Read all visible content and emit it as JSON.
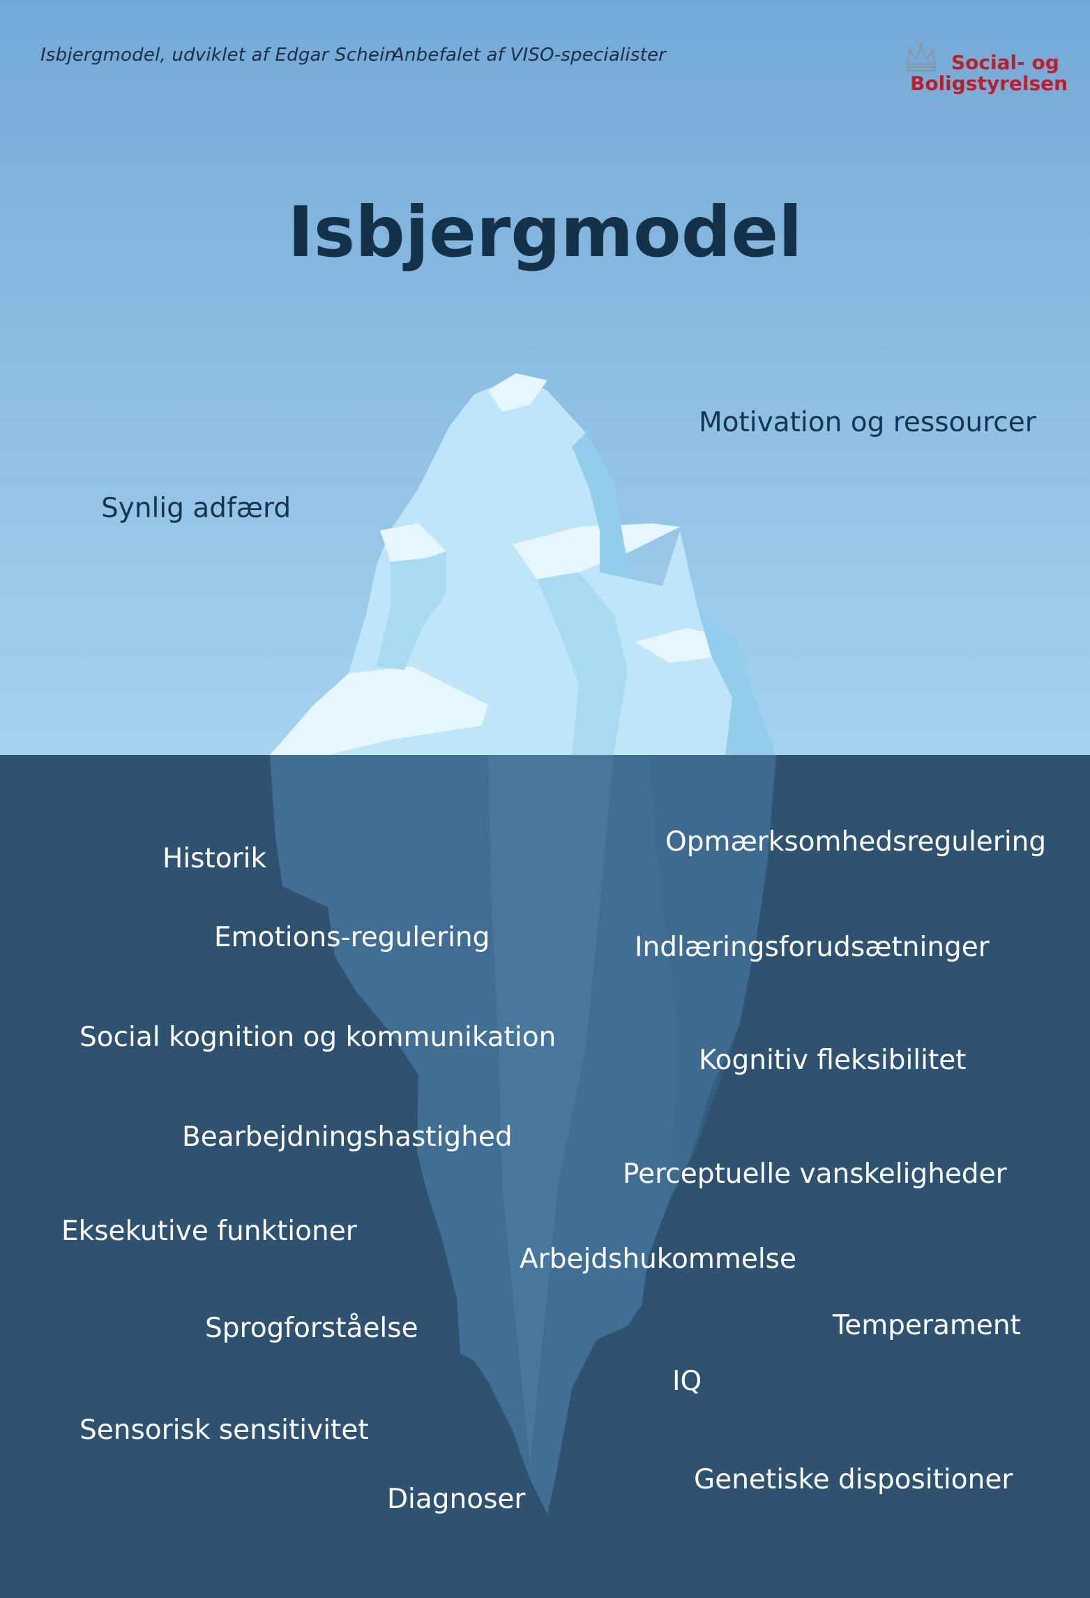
{
  "header": {
    "left": "Isbjergmodel, udviklet af Edgar Schein",
    "separator": "–",
    "right": "Anbefalet af VISO-specialister"
  },
  "logo": {
    "icon": "crown-icon",
    "line1": "Social- og",
    "line2": "Boligstyrelsen",
    "color": "#b8212b"
  },
  "title": "Isbjergmodel",
  "above_water": {
    "left": "Synlig adfærd",
    "right": "Motivation og ressourcer"
  },
  "below_water": [
    "Historik",
    "Opmærksomhedsregulering",
    "Emotions-regulering",
    "Indlæringsforudsætninger",
    "Social kognition og kommunikation",
    "Kognitiv fleksibilitet",
    "Bearbejdningshastighed",
    "Perceptuelle vanskeligheder",
    "Eksekutive funktioner",
    "Arbejdshukommelse",
    "Sprogforståelse",
    "Temperament",
    "IQ",
    "Sensorisk sensitivitet",
    "Genetiske dispositioner",
    "Diagnoser"
  ],
  "colors": {
    "sky_top": "#74a9d6",
    "sky_bottom": "#a5d2ef",
    "water": "#2e5270",
    "ice_light": "#e6f6fd",
    "ice_mid": "#bfe6f8",
    "ice_shadow": "#92cdeb",
    "ice_underwater": "#44739a",
    "title_text": "#13324a",
    "underwater_text": "#ffffff"
  }
}
